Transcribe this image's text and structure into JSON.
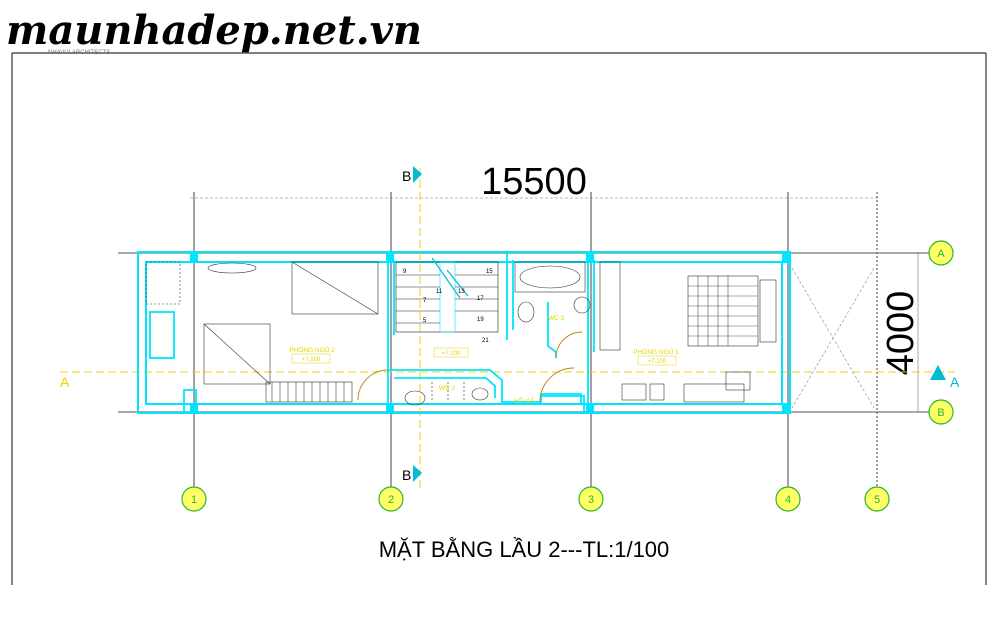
{
  "watermark": {
    "text": "maunhadep.net.vn",
    "subtext": "NHAVUI.ARCHITECTS"
  },
  "dimensions": {
    "overall_length": "15500",
    "overall_width": "4000"
  },
  "section_marks": {
    "b_top": "B",
    "b_bottom": "B",
    "a_left": "A",
    "a_right": "A"
  },
  "grid_axes": {
    "columns": [
      "1",
      "2",
      "3",
      "4",
      "5"
    ],
    "rows": [
      "A",
      "B"
    ]
  },
  "rooms": {
    "bedroom_2": {
      "name": "PHÒNG NGỦ 2",
      "level": "+7.100"
    },
    "stair_hall": {
      "level": "+7.100"
    },
    "wc_2": {
      "name": "WC 2"
    },
    "wc_3": {
      "name": "WC 3"
    },
    "fish_pond": {
      "name": "HỒ CÁ"
    },
    "bedroom_1": {
      "name": "PHÒNG NGỦ 1",
      "level": "+7.100"
    }
  },
  "stair_steps": [
    "9",
    "11",
    "13",
    "15",
    "7",
    "17",
    "5",
    "19",
    "21"
  ],
  "title": "MẶT BẰNG LẦU 2---TL:1/100",
  "colors": {
    "wall": "#00e5ff",
    "grid_line": "#555555",
    "axis_circle": "#2db52d",
    "axis_fill": "#ffff66",
    "centerline": "#f2d000",
    "section_arrow": "#00bcd4",
    "room_text": "#e6d200"
  }
}
